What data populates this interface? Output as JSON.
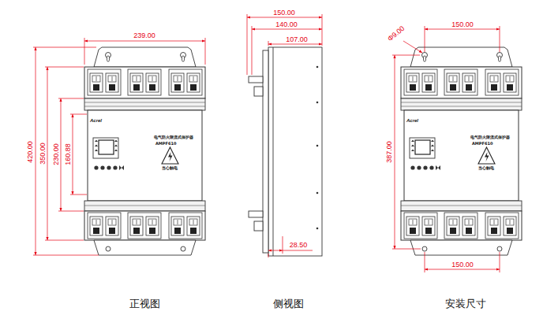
{
  "diagram": {
    "nodes": [
      {
        "text": [
          "Acrel",
          "电气防火限流式保护器",
          "AMPF610",
          "当心触电"
        ]
      },
      {
        "text": [
          "Acrel",
          "电气防火限流式保护器",
          "AMPF610",
          "当心触电"
        ]
      }
    ],
    "labels": [
      "239.00",
      "420.00",
      "350.00",
      "230.00",
      "160.88",
      "150.00",
      "140.00",
      "107.00",
      "28.50",
      "Φ9.00",
      "150.00",
      "387.00",
      "150.00",
      "正视图",
      "侧视图",
      "安装尺寸"
    ]
  }
}
